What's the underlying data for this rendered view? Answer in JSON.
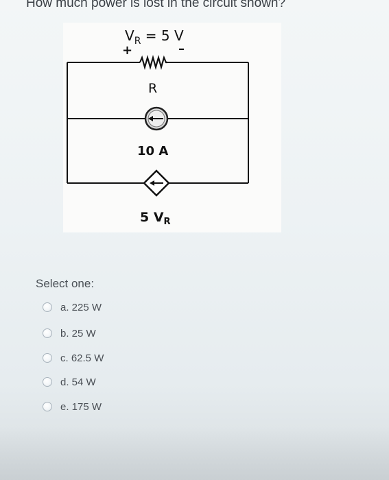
{
  "question": {
    "text": "How much power is lost in the circuit shown?"
  },
  "circuit": {
    "voltage_label": "V",
    "voltage_sub": "R",
    "voltage_value": " = 5 V",
    "plus_label": "+",
    "minus_label": "–",
    "resistor_label": "R",
    "current_source_label": "10 A",
    "dependent_source_prefix": "5 V",
    "dependent_source_sub": "R"
  },
  "select_label": "Select one:",
  "options": [
    {
      "label": "a. 225 W"
    },
    {
      "label": "b. 25 W"
    },
    {
      "label": "c. 62.5 W"
    },
    {
      "label": "d. 54 W"
    },
    {
      "label": "e. 175 W"
    }
  ]
}
